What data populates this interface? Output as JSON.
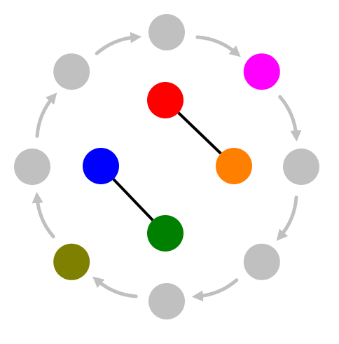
{
  "diagram": {
    "colors": {
      "inactive": "#c0c0c0",
      "arrow": "#c0c0c0",
      "link": "#000000"
    },
    "outer_ring": [
      {
        "id": "top",
        "color": "#c0c0c0"
      },
      {
        "id": "top-right",
        "color": "#ff00ff"
      },
      {
        "id": "right",
        "color": "#c0c0c0"
      },
      {
        "id": "bottom-right",
        "color": "#c0c0c0"
      },
      {
        "id": "bottom",
        "color": "#c0c0c0"
      },
      {
        "id": "bottom-left",
        "color": "#808000"
      },
      {
        "id": "left",
        "color": "#c0c0c0"
      },
      {
        "id": "top-left",
        "color": "#c0c0c0"
      }
    ],
    "inner": [
      {
        "id": "red",
        "color": "#ff0000"
      },
      {
        "id": "orange",
        "color": "#ff8000"
      },
      {
        "id": "blue",
        "color": "#0000ff"
      },
      {
        "id": "green",
        "color": "#008000"
      }
    ],
    "links": [
      {
        "from": "red",
        "to": "orange"
      },
      {
        "from": "blue",
        "to": "green"
      }
    ],
    "arrow_direction": "clockwise"
  }
}
